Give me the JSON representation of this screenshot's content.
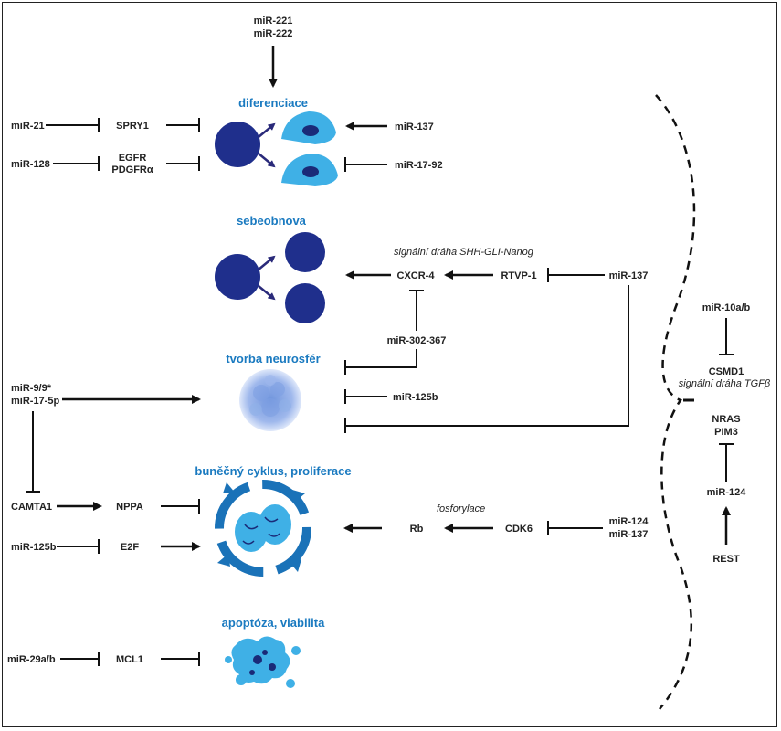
{
  "sections": {
    "diferenciace": "diferenciace",
    "sebeobnova": "sebeobnova",
    "neurosfery": "tvorba neurosfér",
    "cyklus": "buněčný cyklus, proliferace",
    "apoptoza": "apoptóza, viabilita"
  },
  "labels": {
    "mir221": "miR-221",
    "mir222": "miR-222",
    "mir21": "miR-21",
    "spry1": "SPRY1",
    "mir137_a": "miR-137",
    "mir128": "miR-128",
    "egfr": "EGFR",
    "pdgfra": "PDGFRα",
    "mir1792": "miR-17-92",
    "cxcr4": "CXCR-4",
    "rtvp1": "RTVP-1",
    "mir137_b": "miR-137",
    "mir302": "miR-302-367",
    "mir99": "miR-9/9*",
    "mir175p": "miR-17-5p",
    "mir125b_a": "miR-125b",
    "camta1": "CAMTA1",
    "nppa": "NPPA",
    "mir125b_b": "miR-125b",
    "e2f": "E2F",
    "rb": "Rb",
    "cdk6": "CDK6",
    "mir124_a": "miR-124",
    "mir137_c": "miR-137",
    "mir29": "miR-29a/b",
    "mcl1": "MCL1",
    "mir10": "miR-10a/b",
    "csmd1": "CSMD1",
    "nras": "NRAS",
    "pim3": "PIM3",
    "mir124_b": "miR-124",
    "rest": "REST"
  },
  "italics": {
    "shh": "signální dráha SHH-GLI-Nanog",
    "fosforylace": "fosforylace",
    "tgfb": "signální dráha TGFβ"
  },
  "colors": {
    "dark_cell": "#1f2f8c",
    "light_cell": "#3fb0e6",
    "nucleus": "#1a2a78",
    "section_text": "#1a7ac0",
    "cycle_blue": "#1a72b8"
  }
}
